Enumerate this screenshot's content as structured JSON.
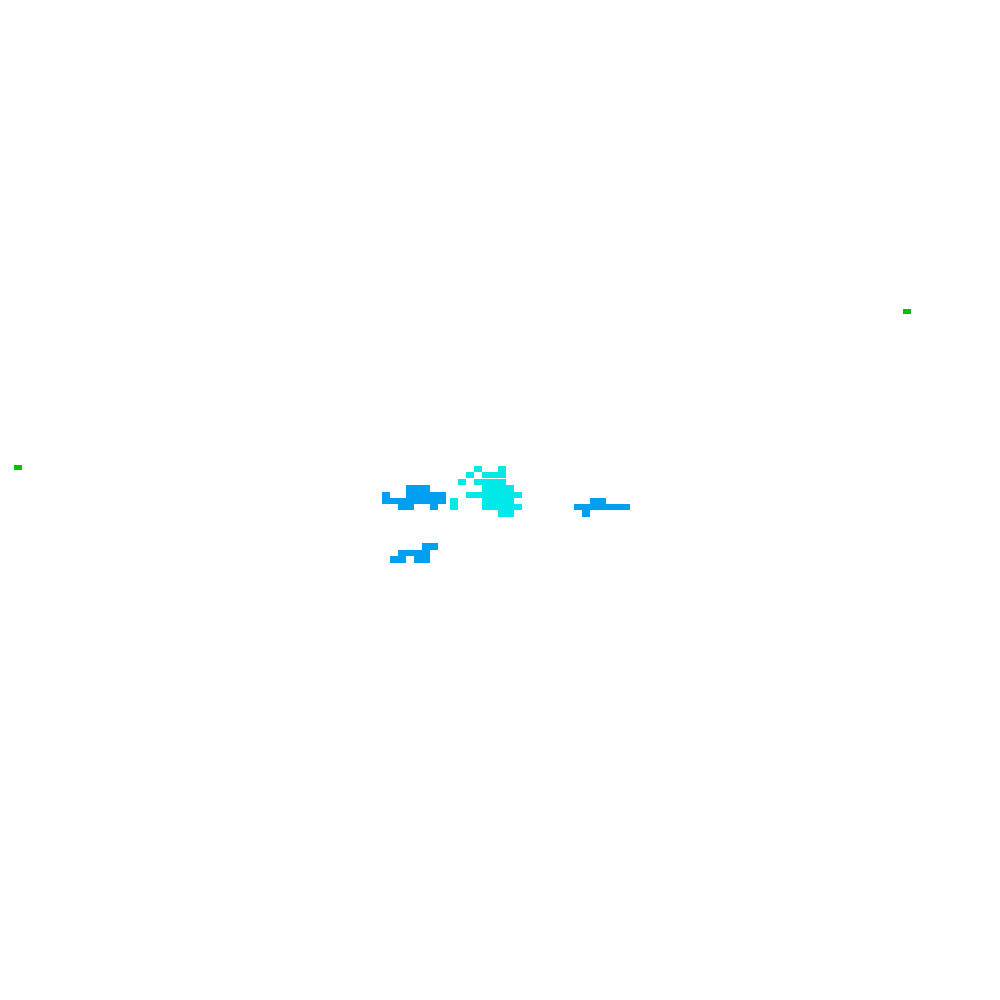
{
  "colors": {
    "background": "#ffffff",
    "cyan": "#00e8e8",
    "blue": "#009ff0",
    "green": "#00c000"
  },
  "layers": [
    {
      "name": "cyan-cluster",
      "color": "cyan"
    },
    {
      "name": "blue-band",
      "color": "blue"
    },
    {
      "name": "green-marker",
      "color": "green"
    }
  ]
}
